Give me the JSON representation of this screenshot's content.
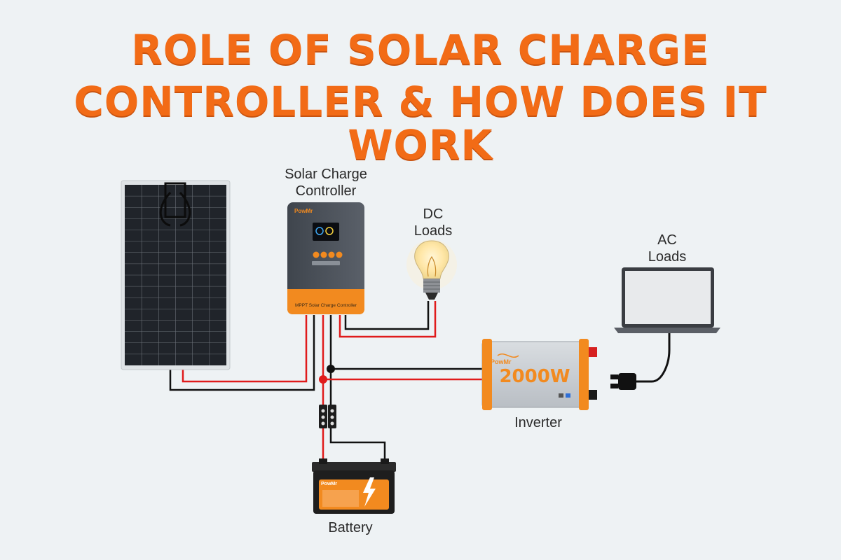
{
  "title": {
    "line1": "ROLE OF SOLAR CHARGE",
    "line2": "CONTROLLER & HOW DOES IT WORK"
  },
  "labels": {
    "controller_1": "Solar Charge",
    "controller_2": "Controller",
    "dc_1": "DC",
    "dc_2": "Loads",
    "ac_1": "AC",
    "ac_2": "Loads",
    "inverter": "Inverter",
    "battery": "Battery"
  },
  "controller": {
    "brand": "PowMr",
    "front_text": "MPPT Solar Charge Controller"
  },
  "inverter": {
    "brand": "PowMr",
    "power": "2000W"
  },
  "battery": {
    "brand": "PowMr"
  },
  "colors": {
    "accent_orange": "#f26b16",
    "positive_wire": "#e01b1b",
    "negative_wire": "#111111",
    "background": "#eef2f4"
  }
}
